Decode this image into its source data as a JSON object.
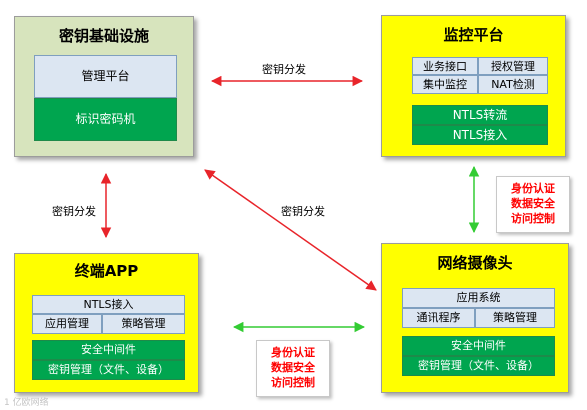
{
  "kmi": {
    "title": "密钥基础设施",
    "mgmt": "管理平台",
    "ikm": "标识密码机"
  },
  "monitor": {
    "title": "监控平台",
    "c1": "业务接口",
    "c2": "授权管理",
    "c3": "集中监控",
    "c4": "NAT检测",
    "g1": "NTLS转流",
    "g2": "NTLS接入"
  },
  "terminal": {
    "title": "终端APP",
    "ntls": "NTLS接入",
    "app": "应用管理",
    "policy": "策略管理",
    "g1": "安全中间件",
    "g2": "密钥管理（文件、设备）"
  },
  "camera": {
    "title": "网络摄像头",
    "app": "应用系统",
    "comm": "通讯程序",
    "policy": "策略管理",
    "g1": "安全中间件",
    "g2": "密钥管理（文件、设备）"
  },
  "labels": {
    "top": "密钥分发",
    "left": "密钥分发",
    "diag": "密钥分发"
  },
  "notes": {
    "right": [
      "身份认证",
      "数据安全",
      "访问控制"
    ],
    "bottom": [
      "身份认证",
      "数据安全",
      "访问控制"
    ]
  },
  "watermark": "1 亿欧网络",
  "colors": {
    "kmi_bg": "#d7e4bd",
    "yellow": "#ffff00",
    "green": "#00a54f",
    "blue": "#dce6f2",
    "arrow_red": "#e8242a",
    "arrow_green": "#33cc33",
    "note_text": "#ff0000"
  }
}
